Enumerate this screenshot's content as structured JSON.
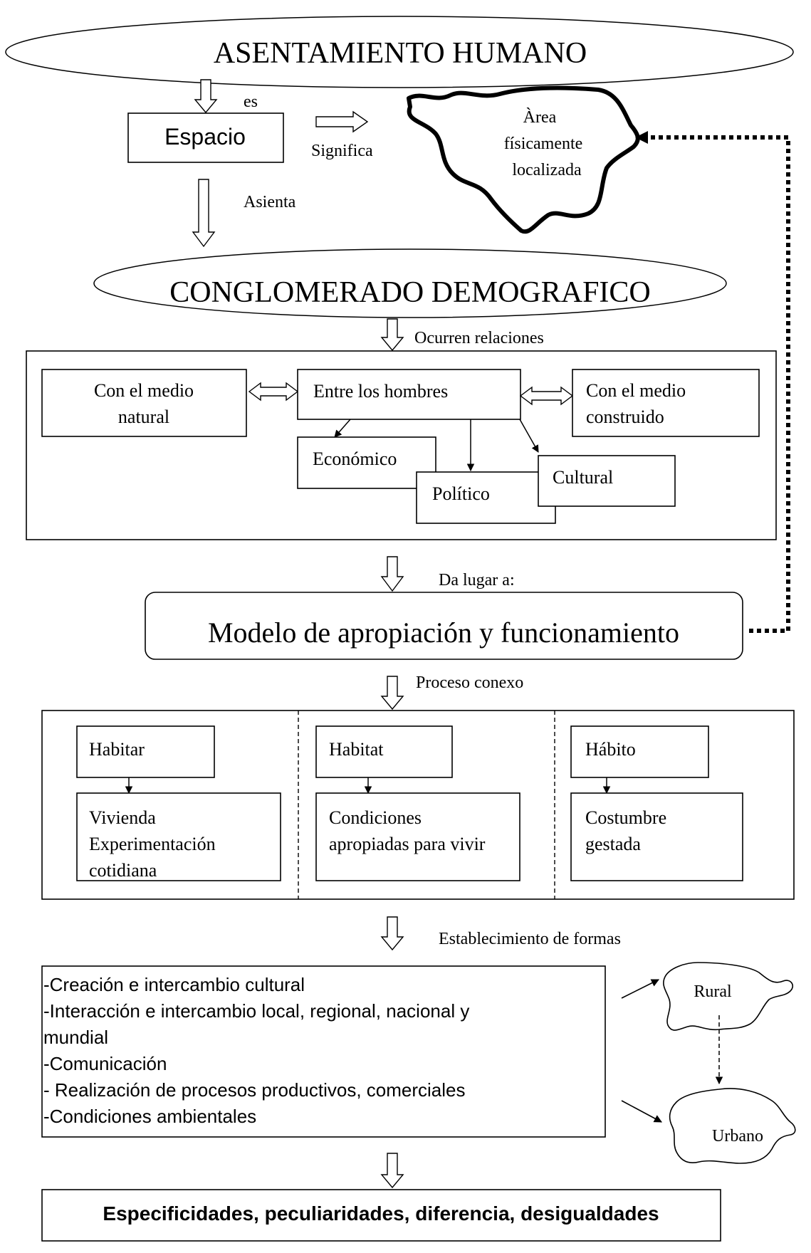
{
  "title": "ASENTAMIENTO HUMANO",
  "edge_es": "es",
  "espacio": "Espacio",
  "edge_significa": "Significa",
  "area": [
    "Àrea",
    "físicamente",
    "localizada"
  ],
  "edge_asienta": "Asienta",
  "conglomerado": "CONGLOMERADO DEMOGRAFICO",
  "edge_ocurren": "Ocurren relaciones",
  "relaciones": {
    "medio_natural": [
      "Con el medio",
      "natural"
    ],
    "entre_hombres": "Entre los hombres",
    "medio_construido": [
      "Con el medio",
      "construido"
    ],
    "economico": "Económico",
    "politico": "Político",
    "cultural": "Cultural"
  },
  "edge_da_lugar": "Da lugar a:",
  "modelo": "Modelo de apropiación y funcionamiento",
  "edge_proceso": "Proceso conexo",
  "columnas": [
    {
      "head": "Habitar",
      "body": [
        "Vivienda",
        "Experimentación",
        "cotidiana"
      ]
    },
    {
      "head": "Habitat",
      "body": [
        "Condiciones",
        "apropiadas para vivir"
      ]
    },
    {
      "head": "Hábito",
      "body": [
        "Costumbre",
        "gestada"
      ]
    }
  ],
  "edge_establecimiento": "Establecimiento de formas",
  "formas": [
    "-Creación e intercambio cultural",
    "-Interacción e intercambio local, regional, nacional y",
    "mundial",
    "-Comunicación",
    "- Realización de procesos productivos, comerciales",
    "-Condiciones ambientales"
  ],
  "rural": "Rural",
  "urbano": "Urbano",
  "conclusion": "Especificidades, peculiaridades, diferencia, desigualdades"
}
